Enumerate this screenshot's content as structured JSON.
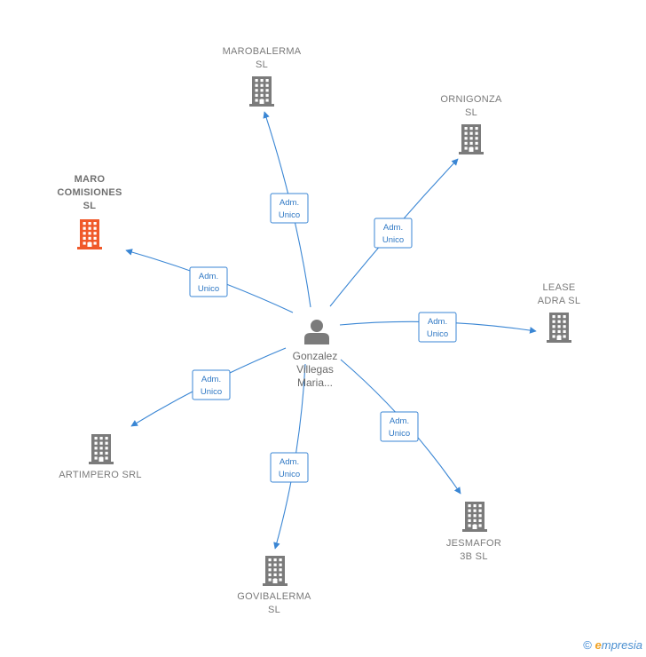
{
  "center": {
    "name_lines": [
      "Gonzalez",
      "Villegas",
      "Maria..."
    ],
    "icon": "person-icon"
  },
  "edge_label_lines": [
    "Adm.",
    "Unico"
  ],
  "companies": [
    {
      "id": "marobalerma",
      "lines": [
        "MAROBALERMA",
        "SL"
      ],
      "highlight": false,
      "icon": "building-icon"
    },
    {
      "id": "ornigonza",
      "lines": [
        "ORNIGONZA",
        "SL"
      ],
      "highlight": false,
      "icon": "building-icon"
    },
    {
      "id": "maro-comisiones",
      "lines": [
        "MARO",
        "COMISIONES",
        "SL"
      ],
      "highlight": true,
      "icon": "building-icon"
    },
    {
      "id": "lease-adra",
      "lines": [
        "LEASE",
        "ADRA  SL"
      ],
      "highlight": false,
      "icon": "building-icon"
    },
    {
      "id": "artimpero",
      "lines": [
        "ARTIMPERO SRL"
      ],
      "highlight": false,
      "icon": "building-icon"
    },
    {
      "id": "jesmafor",
      "lines": [
        "JESMAFOR",
        "3B SL"
      ],
      "highlight": false,
      "icon": "building-icon"
    },
    {
      "id": "govibalerma",
      "lines": [
        "GOVIBALERMA",
        "SL"
      ],
      "highlight": false,
      "icon": "building-icon"
    }
  ],
  "colors": {
    "edge": "#3a86d4",
    "building": "#7b7b7b",
    "building_highlight": "#f0592a",
    "person": "#7b7b7b"
  },
  "footer": {
    "copyright_symbol": "©",
    "brand_initial": "e",
    "brand_rest": "mpresia"
  }
}
